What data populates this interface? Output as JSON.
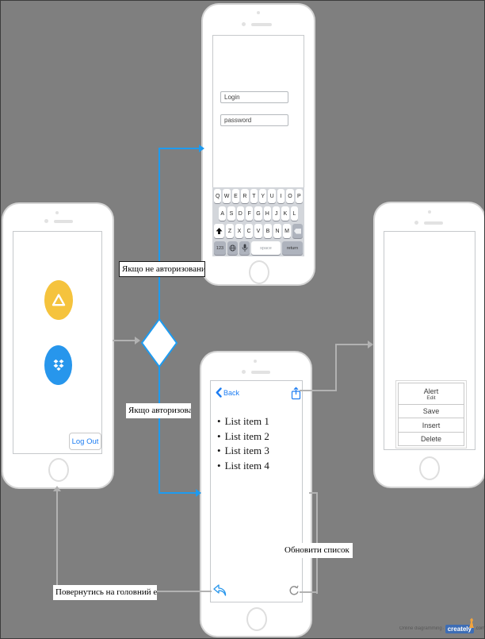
{
  "colors": {
    "background": "#7f7f7f",
    "flow_blue": "#1e9bf0",
    "connector_gray": "#b2b2b2",
    "link_blue": "#1d7df2",
    "drive_amber": "#f5c33d",
    "dropbox_blue": "#2796ec"
  },
  "annotations": {
    "not_authorized": "Якщо не авторизований",
    "authorized": "Якщо авторизований",
    "refresh_list": "Обновити список",
    "return_home": "Повернутись на головний екран"
  },
  "home_screen": {
    "logout": "Log Out"
  },
  "login_screen": {
    "login_value": "Login",
    "password_value": "password",
    "keyboard": {
      "row1": [
        "Q",
        "W",
        "E",
        "R",
        "T",
        "Y",
        "U",
        "I",
        "O",
        "P"
      ],
      "row2": [
        "A",
        "S",
        "D",
        "F",
        "G",
        "H",
        "J",
        "K",
        "L"
      ],
      "row3": [
        "Z",
        "X",
        "C",
        "V",
        "B",
        "N",
        "M"
      ],
      "num": "123",
      "space": "space",
      "return": "return"
    }
  },
  "list_screen": {
    "back": "Back",
    "bullet": "•",
    "items": [
      "List item 1",
      "List item 2",
      "List item 3",
      "List item 4"
    ]
  },
  "menu_screen": {
    "items": [
      {
        "label": "Alert",
        "sub": "Edit"
      },
      {
        "label": "Save"
      },
      {
        "label": "Insert"
      },
      {
        "label": "Delete"
      }
    ]
  },
  "watermark": {
    "tagline": "Online diagramming & design",
    "brand": "creately",
    "domain": ".com"
  }
}
